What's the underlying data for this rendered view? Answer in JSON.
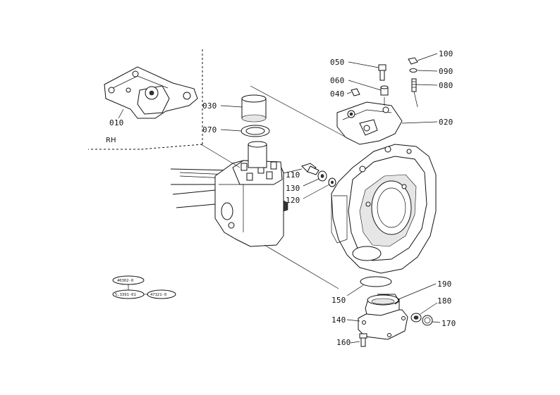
{
  "callouts": {
    "p010": "010",
    "p020": "020",
    "p030": "030",
    "p040": "040",
    "p050": "050",
    "p060": "060",
    "p070": "070",
    "p080": "080",
    "p090": "090",
    "p100": "100",
    "p110": "110",
    "p120": "120",
    "p130": "130",
    "p140": "140",
    "p150": "150",
    "p160": "160",
    "p170": "170",
    "p180": "180",
    "p190": "190"
  },
  "side_label": "RH",
  "ref_tags": {
    "t1": "40302-0",
    "t2": "5,3391-01",
    "t3": "47321-0"
  },
  "colors": {
    "ink": "#111111",
    "paper": "#ffffff"
  }
}
